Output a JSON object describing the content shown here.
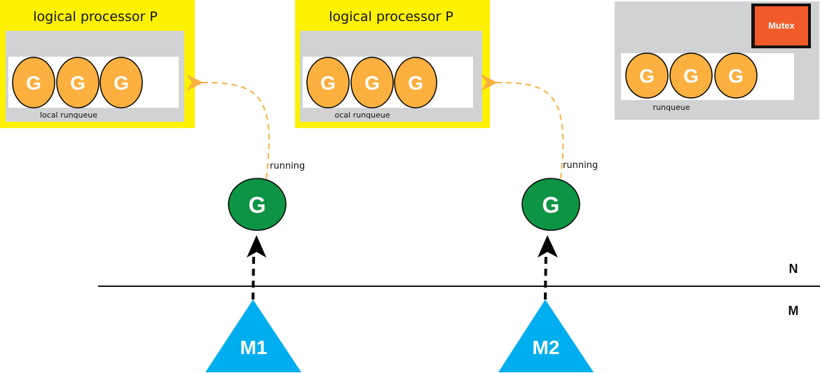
{
  "colors": {
    "processor_border": "#fff200",
    "processor_fill": "#d1d2d4",
    "queue_fill": "#ffffff",
    "goroutine_queued": "#fbb040",
    "goroutine_running": "#0d9444",
    "machine": "#00aeef",
    "mutex": "#f15a29",
    "running_arrow": "#fbb040"
  },
  "processors": [
    {
      "title": "logical processor P",
      "queue_label": "local runqueue",
      "goroutines": [
        "G",
        "G",
        "G"
      ]
    },
    {
      "title": "logical processor P",
      "queue_label": "ocal runqueue",
      "goroutines": [
        "G",
        "G",
        "G"
      ]
    }
  ],
  "global_queue": {
    "mutex_label": "Mutex",
    "queue_label": "runqueue",
    "goroutines": [
      "G",
      "G",
      "G"
    ]
  },
  "threads": [
    {
      "label": "M1",
      "running_goroutine": "G",
      "status": "running"
    },
    {
      "label": "M2",
      "running_goroutine": "G",
      "status": "running"
    }
  ],
  "divider": {
    "upper_label": "N",
    "lower_label": "M"
  }
}
